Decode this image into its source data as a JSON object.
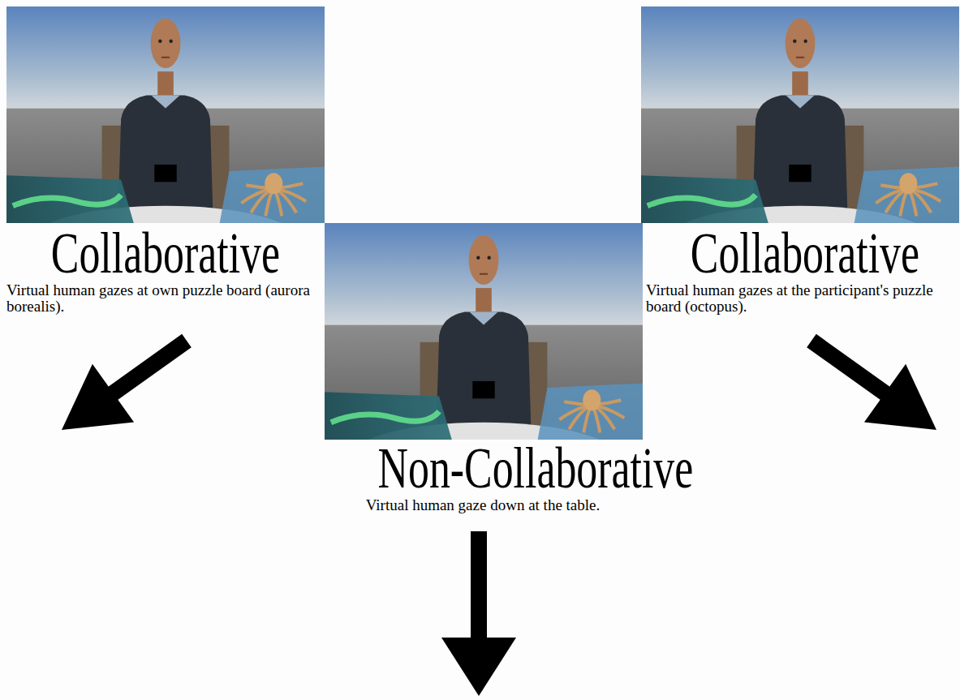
{
  "diagram": {
    "nodes": [
      {
        "text": [
          "Collaborative",
          "Virtual human gazes at own puzzle board (aurora borealis)."
        ]
      },
      {
        "text": [
          "Collaborative",
          "Virtual human gazes at the participant's puzzle board (octopus)."
        ]
      },
      {
        "text": [
          "Non-Collaborative",
          "Virtual human gaze down at the table."
        ]
      }
    ]
  }
}
